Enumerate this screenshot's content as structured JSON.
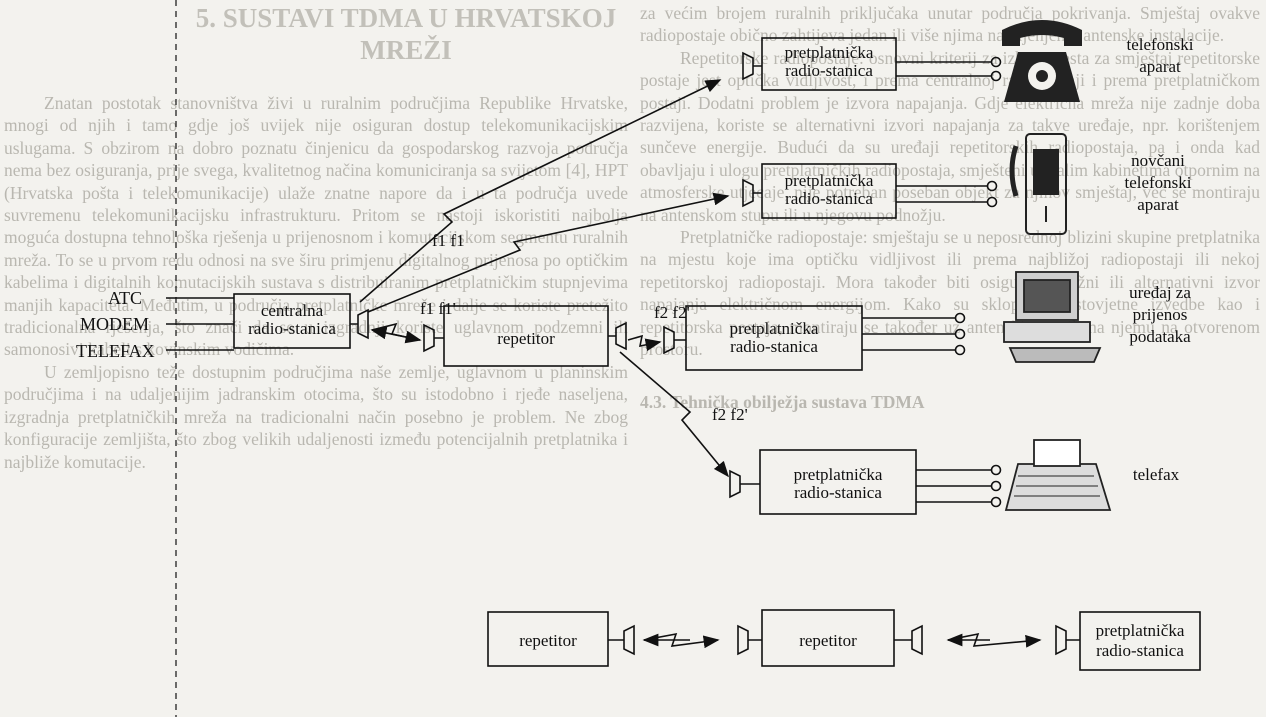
{
  "background_text": {
    "left_heading": "5. SUSTAVI TDMA U HRVATSKOJ MREŽI",
    "left_paragraphs": [
      "Znatan postotak stanovništva živi u ruralnim područjima Republike Hrvatske, mnogi od njih i tamo gdje još uvijek nije osiguran dostup telekomunikacijskim uslugama. S obzirom na dobro poznatu činjenicu da gospodarskog razvoja područja nema bez osiguranja, prije svega, kvalitetnog načina komuniciranja sa svijetom [4], HPT (Hrvatska pošta i telekomunikacije) ulaže znatne napore da i u ta područja uvede suvremenu telekomunikacijsku infrastrukturu. Pritom se nastoji iskoristiti najbolja moguća dostupna tehnološka rješenja u prijenosnom i komutacijskom segmentu ruralnih mreža. To se u prvom redu odnosi na sve širu primjenu digitalnog prijenosa po optičkim kabelima i digitalnih komutacijskih sustava s distribuiranim pretplatničkim stupnjevima manjih kapaciteta. Međutim, u područja pretplatničke mreže i dalje se koriste pretežito tradicionalna rješenja, što znači da se u izgradnji koriste uglavnom podzemni ili samonosivi kabeli s kovinskim vodičima.",
      "U zemljopisno teže dostupnim područjima naše zemlje, uglavnom u planinskim područjima i na udaljenijim jadranskim otocima, što su istodobno i rjeđe naseljena, izgradnja pretplatničkih mreža na tradicionalni način posebno je problem. Ne zbog konfiguracije zemljišta, što zbog velikih udaljenosti između potencijalnih pretplatnika i najbliže komutacije."
    ],
    "right_paragraphs": [
      "za većim brojem ruralnih priključaka unutar područja pokrivanja. Smještaj ovakve radiopostaje obično zahtijeva jedan ili više njima namijenjenih antenske instalacije.",
      "Repetitorske radiopostaje: osnovni kriterij za izbor mjesta za smještaj repetitorske postaje jest optička vidljivost, i prema centralnoj radiopostaji i prema pretplatničkom postaji. Dodatni problem je izvora napajanja. Gdje električna mreža nije zadnje doba razvijena, koriste se alternativni izvori napajanja za takve uređaje, npr. korištenjem sunčeve energije. Budući da su uređaji repetitorskih radiopostaja, pa i onda kad obavljaju i ulogu pretplatničkih radiopostaja, smješteni u malim kabinetima otpornim na atmosferske utjecaje, nije potreban poseban objekt za njihov smještaj, već se montiraju na antenskom stupu ili u njegovu podnožju.",
      "Pretplatničke radiopostaje: smještaju se u neposrednoj blizini skupine pretplatnika na mjestu koje ima optičku vidljivost ili prema najbližoj radiopostaji ili nekoj repetitorskoj radiopostaji. Mora također biti osiguran mrežni ili alternativni izvor napajanja električnom energijom. Kako su sklopovski istovjetne izvedbe kao i repetitorska postaja, montiraju se također uz antenski stup ili na njemu na otvorenom prostoru."
    ],
    "right_heading": "4.3. Tehnička obilježja sustava TDMA"
  },
  "diagram": {
    "left_services": [
      "ATC",
      "MODEM",
      "TELEFAX"
    ],
    "central_station": [
      "centralna",
      "radio-stanica"
    ],
    "repeater": "repetitor",
    "subscriber_station": [
      "pretplatnička",
      "radio-stanica"
    ],
    "freq_f1f1": "f1 f1",
    "freq_f1f1p": "f1 f1'",
    "freq_f2f2p": "f2 f2'",
    "devices": {
      "phone": [
        "telefonski",
        "aparat"
      ],
      "payphone": [
        "novčani",
        "telefonski",
        "aparat"
      ],
      "data": [
        "uređaj za",
        "prijenos",
        "podataka"
      ],
      "fax": "telefax"
    }
  }
}
